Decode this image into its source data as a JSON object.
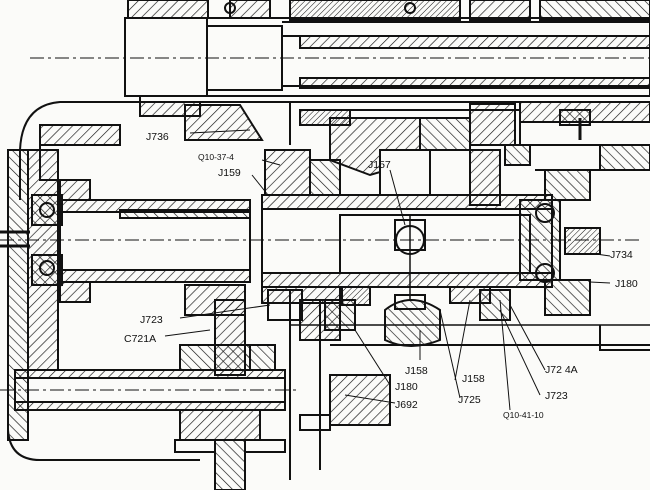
{
  "drawing": {
    "labels": {
      "j736": "J736",
      "q10_37_4": "Q10-37-4",
      "j159": "J159",
      "j157": "J157",
      "j734": "J734",
      "j180_right": "J180",
      "j723_left": "J723",
      "c721a": "C721A",
      "j158_a": "J158",
      "j158_b": "J158",
      "j724a": "J72 4A",
      "j723_right": "J723",
      "j180_bottom": "J180",
      "j692": "J692",
      "j725": "J725",
      "q10_41_10": "Q10-41-10"
    }
  }
}
